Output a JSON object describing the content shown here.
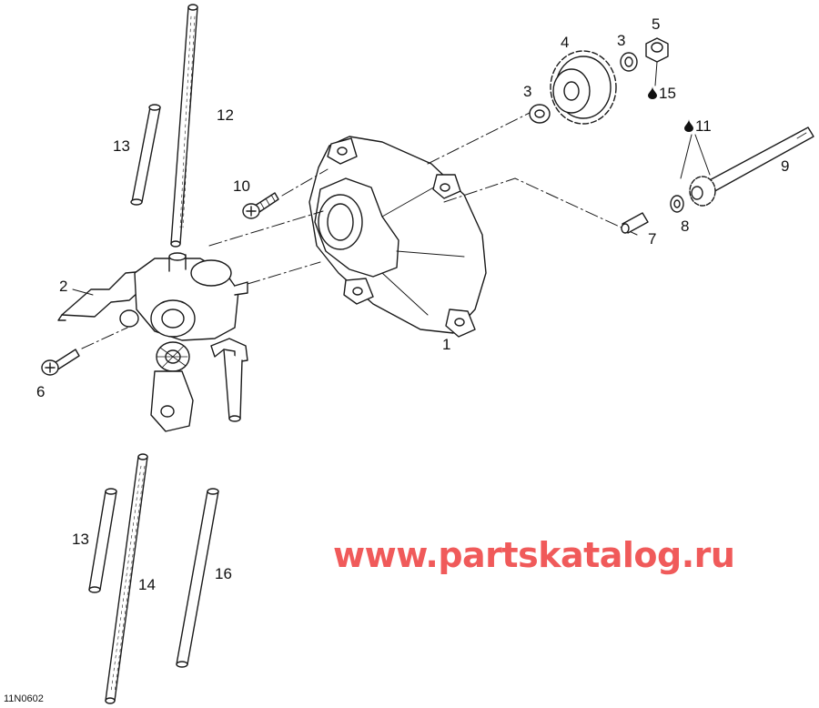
{
  "parts": [
    {
      "id": "1",
      "label": "1"
    },
    {
      "id": "2",
      "label": "2"
    },
    {
      "id": "3a",
      "label": "3"
    },
    {
      "id": "3b",
      "label": "3"
    },
    {
      "id": "4",
      "label": "4"
    },
    {
      "id": "5",
      "label": "5"
    },
    {
      "id": "6",
      "label": "6"
    },
    {
      "id": "7",
      "label": "7"
    },
    {
      "id": "8",
      "label": "8"
    },
    {
      "id": "9",
      "label": "9"
    },
    {
      "id": "10",
      "label": "10"
    },
    {
      "id": "11",
      "label": "11"
    },
    {
      "id": "12",
      "label": "12"
    },
    {
      "id": "13a",
      "label": "13"
    },
    {
      "id": "13b",
      "label": "13"
    },
    {
      "id": "14",
      "label": "14"
    },
    {
      "id": "15",
      "label": "15"
    },
    {
      "id": "16",
      "label": "16"
    }
  ],
  "watermark": "www.partskatalog.ru",
  "figure_code": "11N0602",
  "icons": {
    "oil_drop": "oil-drop-icon"
  },
  "colors": {
    "line": "#1a1a1a",
    "watermark": "#f05a5a",
    "background": "#ffffff"
  }
}
